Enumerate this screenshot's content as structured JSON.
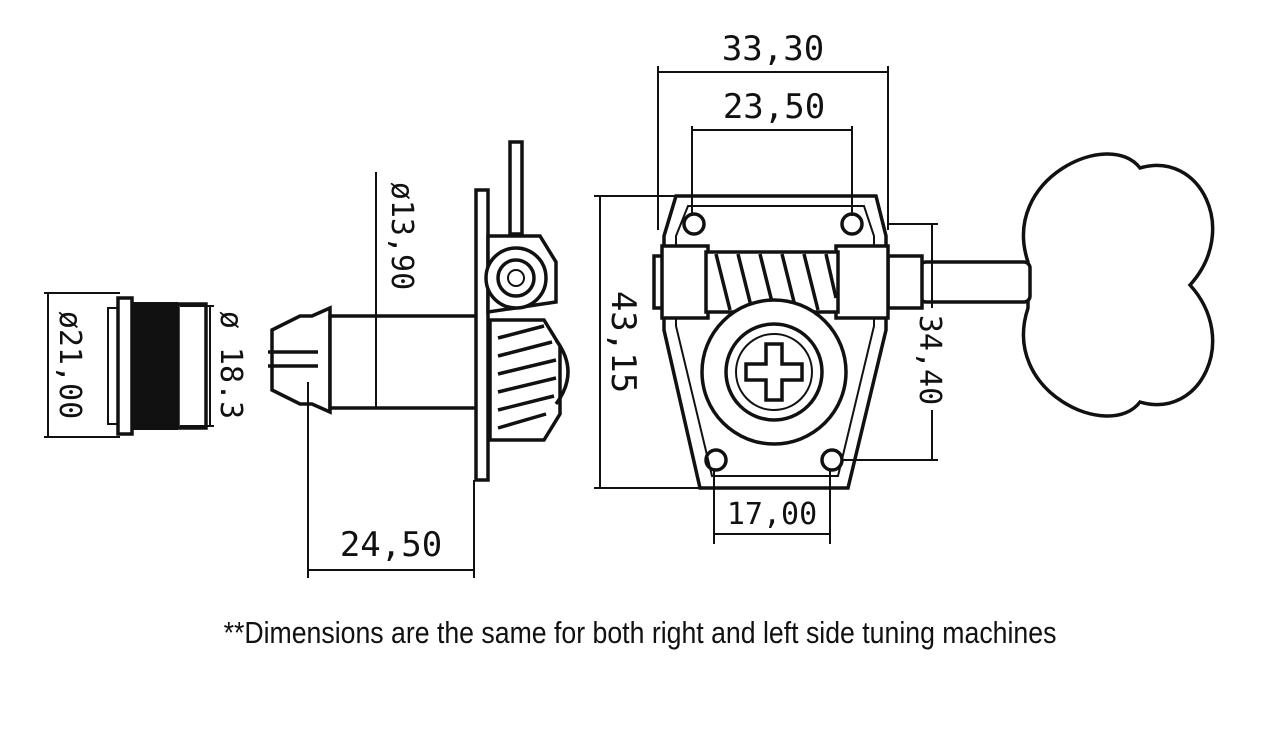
{
  "dimensions": {
    "bushing_outer_dia": "ø21,00",
    "bushing_inner_dia": "ø 18.3",
    "post_dia": "ø13,90",
    "post_length": "24,50",
    "width_top": "33,30",
    "hole_spacing_top": "23,50",
    "height": "43,15",
    "button_offset": "34,40",
    "hole_spacing_bottom": "17,00"
  },
  "footnote": "**Dimensions are the same for both right and left side tuning machines"
}
